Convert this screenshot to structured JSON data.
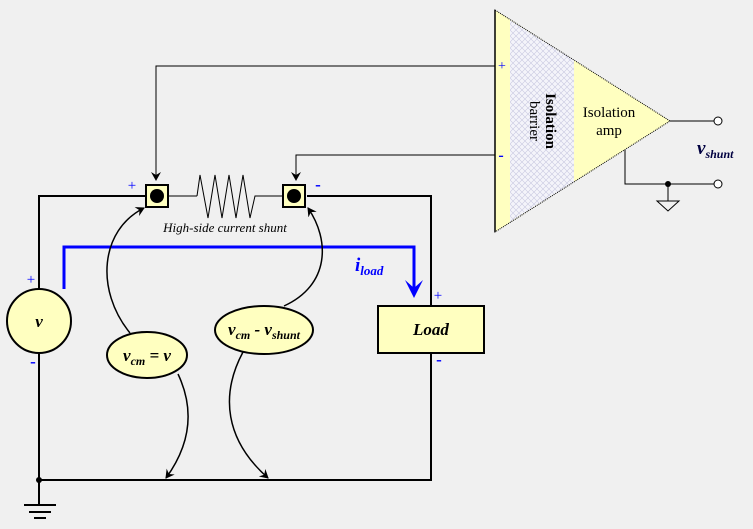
{
  "colors": {
    "background": "#f0f0f0",
    "component_fill": "#ffffc0",
    "current_color": "#0000ff",
    "polarity_color": "#0000ff",
    "wire": "#000000"
  },
  "source": {
    "label": "v",
    "plus": "+",
    "minus": "-"
  },
  "shunt": {
    "caption": "High-side current shunt",
    "plus": "+",
    "minus": "-"
  },
  "current": {
    "label": "i",
    "subscript": "load"
  },
  "load": {
    "label": "Load",
    "plus": "+",
    "minus": "-"
  },
  "amplifier": {
    "barrier_label_line1": "Isolation",
    "barrier_label_line2": "barrier",
    "amp_label_line1": "Isolation",
    "amp_label_line2": "amp",
    "in_plus": "+",
    "in_minus": "-",
    "output_label": "v",
    "output_subscript": "shunt"
  },
  "annotations": {
    "vcm_left": {
      "v": "v",
      "sub": "cm",
      "rest": " = v"
    },
    "vcm_right": {
      "v": "v",
      "sub": "cm",
      "mid": " - v",
      "sub2": "shunt"
    }
  }
}
